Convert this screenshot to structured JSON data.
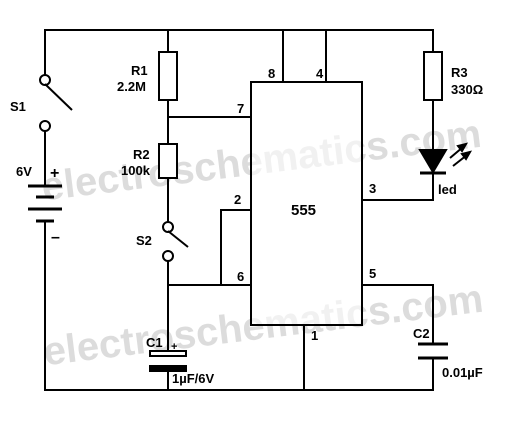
{
  "watermark": {
    "line1": "electroschematics.com",
    "line2": "electroschematics.com"
  },
  "labels": {
    "s1": "S1",
    "s2": "S2",
    "battery_voltage": "6V",
    "battery_plus": "+",
    "battery_minus": "–",
    "r1_name": "R1",
    "r1_value": "2.2M",
    "r2_name": "R2",
    "r2_value": "100k",
    "r3_name": "R3",
    "r3_value": "330Ω",
    "c1_name": "C1",
    "c1_plus": "+",
    "c1_value": "1µF/6V",
    "c2_name": "C2",
    "c2_value": "0.01µF",
    "ic": "555",
    "led": "led",
    "pin1": "1",
    "pin2": "2",
    "pin3": "3",
    "pin4": "4",
    "pin5": "5",
    "pin6": "6",
    "pin7": "7",
    "pin8": "8"
  },
  "colors": {
    "ink": "#000000",
    "watermark": "#d6d6d6",
    "background": "#ffffff"
  }
}
